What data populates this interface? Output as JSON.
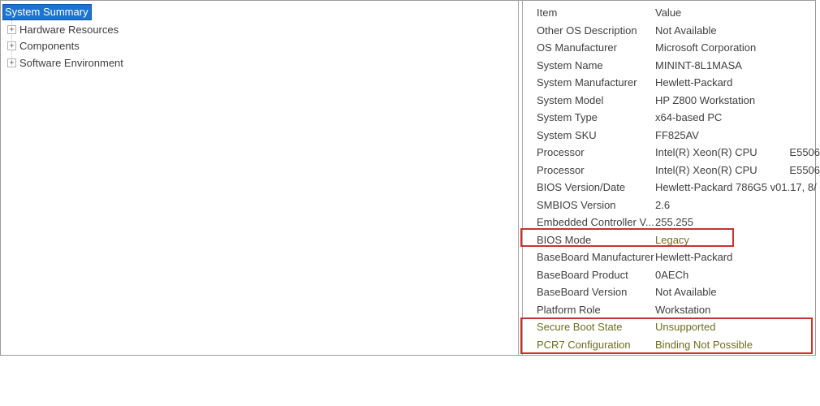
{
  "tree": {
    "expand_glyph": "+",
    "items": [
      {
        "label": "System Summary",
        "selected": true,
        "expandable": false
      },
      {
        "label": "Hardware Resources",
        "selected": false,
        "expandable": true
      },
      {
        "label": "Components",
        "selected": false,
        "expandable": true
      },
      {
        "label": "Software Environment",
        "selected": false,
        "expandable": true
      }
    ]
  },
  "details": {
    "columns": [
      "Item",
      "Value"
    ],
    "rows": [
      {
        "item": "Other OS Description",
        "value": "Not Available"
      },
      {
        "item": "OS Manufacturer",
        "value": "Microsoft Corporation"
      },
      {
        "item": "System Name",
        "value": "MININT-8L1MASA"
      },
      {
        "item": "System Manufacturer",
        "value": "Hewlett-Packard"
      },
      {
        "item": "System Model",
        "value": "HP Z800 Workstation"
      },
      {
        "item": "System Type",
        "value": "x64-based PC"
      },
      {
        "item": "System SKU",
        "value": "FF825AV"
      },
      {
        "item": "Processor",
        "value": "Intel(R) Xeon(R) CPU           E5506"
      },
      {
        "item": "Processor",
        "value": "Intel(R) Xeon(R) CPU           E5506"
      },
      {
        "item": "BIOS Version/Date",
        "value": "Hewlett-Packard 786G5 v01.17, 8/"
      },
      {
        "item": "SMBIOS Version",
        "value": "2.6"
      },
      {
        "item": "Embedded Controller V...",
        "value": "255.255"
      },
      {
        "item": "BIOS Mode",
        "value": "Legacy",
        "value_color": "olive",
        "highlighted": true
      },
      {
        "item": "BaseBoard Manufacturer",
        "value": "Hewlett-Packard"
      },
      {
        "item": "BaseBoard Product",
        "value": "0AECh"
      },
      {
        "item": "BaseBoard Version",
        "value": "Not Available"
      },
      {
        "item": "Platform Role",
        "value": "Workstation"
      },
      {
        "item": "Secure Boot State",
        "value": "Unsupported",
        "item_color": "olive",
        "value_color": "olive",
        "highlighted": true
      },
      {
        "item": "PCR7 Configuration",
        "value": "Binding Not Possible",
        "item_color": "olive",
        "value_color": "olive",
        "highlighted": true
      }
    ]
  },
  "colors": {
    "selection_blue": "#1b74d1",
    "selection_border": "#1257a0",
    "annotation_red": "#c63431",
    "olive_text": "#6e6e1e",
    "body_text": "#3f3f3f",
    "pane_border": "#a8a8a8"
  }
}
